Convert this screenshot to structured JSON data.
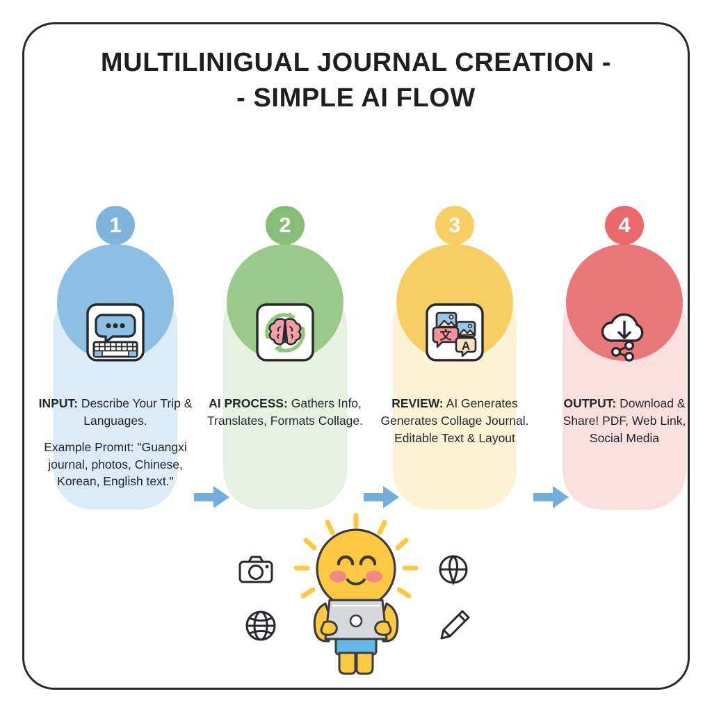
{
  "title": {
    "line1": "MULTILINIGUAL JOURNAL CREATION -",
    "line2": "- SIMPLE AI FLOW"
  },
  "colors": {
    "frame": "#26282b",
    "text": "#232529",
    "arrow": "#6FAEDE",
    "step1_blob": "#8CBFE3",
    "step1_panel": "#DCEBF8",
    "step1_badge": "#7FB5DD",
    "step2_blob": "#9BC98C",
    "step2_panel": "#E6F1E2",
    "step2_badge": "#86BE77",
    "step3_blob": "#F6CE64",
    "step3_panel": "#FCF3D6",
    "step3_badge": "#F8CE63",
    "step4_blob": "#E9777A",
    "step4_panel": "#FBE0E0",
    "step4_badge": "#E8686B",
    "mascot_yellow": "#FFC843",
    "mascot_blush": "#F08A84",
    "mascot_shorts": "#62B8E8",
    "laptop_gray": "#D6D8DB"
  },
  "steps": [
    {
      "number": "1",
      "icon": "chat-keyboard-icon",
      "heading": "INPUT:",
      "body": " Describe Your Trip & Languages.",
      "body2": "Example Promıt: \"Guangxi journal, photos, Chinese, Korean, English text.\""
    },
    {
      "number": "2",
      "icon": "brain-refresh-icon",
      "heading": "AI PROCESS:",
      "body": " Gathers Info, Translates, Formats Collage.",
      "body2": ""
    },
    {
      "number": "3",
      "icon": "translate-photos-icon",
      "heading": "REVIEW:",
      "body": " AI Generates Generates Collage Journal. Editable Text & Layout",
      "body2": ""
    },
    {
      "number": "4",
      "icon": "cloud-download-share-icon",
      "heading": "OUTPUT:",
      "body": " Download & Share! PDF, Web Link, Social Media",
      "body2": ""
    }
  ],
  "arrows": [
    {
      "name": "arrow-step1-to-step2"
    },
    {
      "name": "arrow-step2-to-step3"
    },
    {
      "name": "arrow-step3-to-step4"
    }
  ],
  "mascot": {
    "name": "smiling-lightbulb-with-laptop",
    "float_icons": [
      "camera-icon",
      "globe-icon",
      "sphere-icon",
      "pencil-icon"
    ]
  }
}
